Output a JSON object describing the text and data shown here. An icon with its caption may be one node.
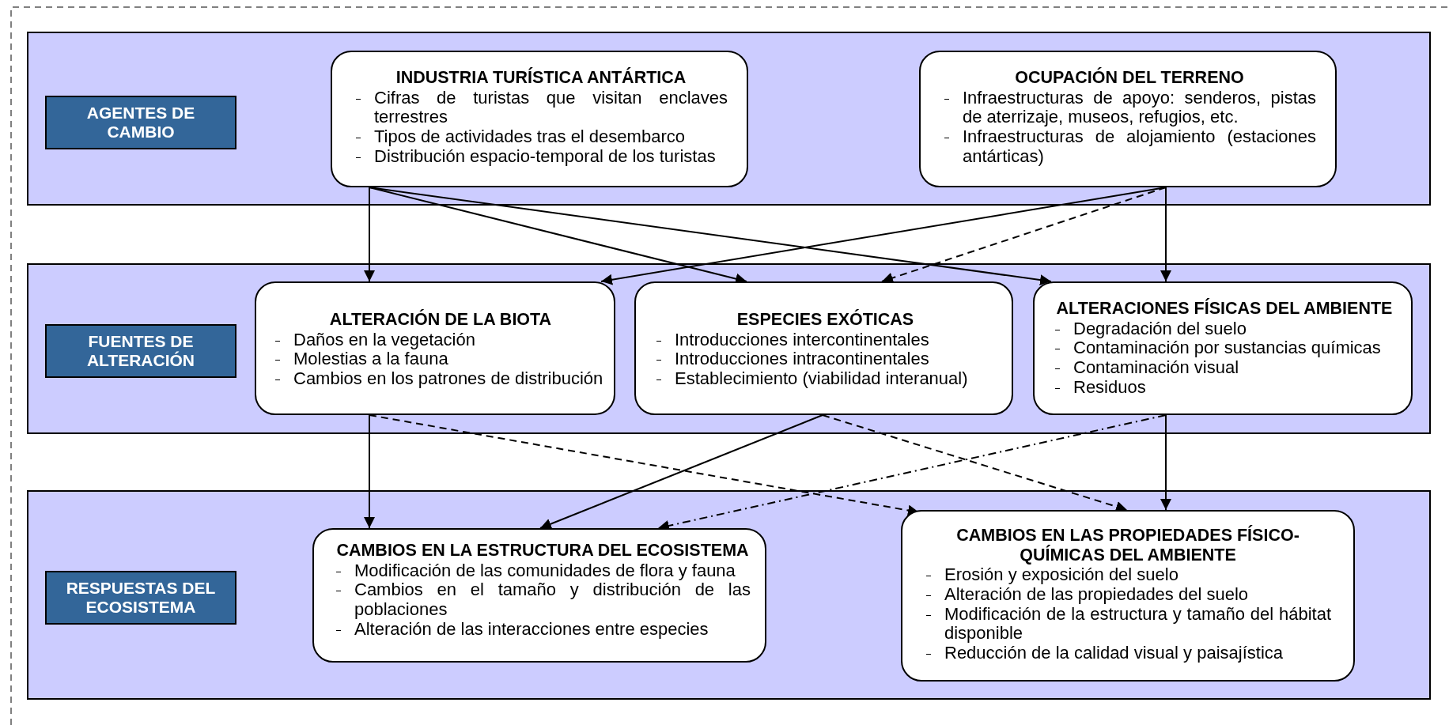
{
  "diagram": {
    "nodes": [
      {
        "text": [],
        "shape": "box"
      },
      {
        "text": [
          "AGENTES DE CAMBIO"
        ],
        "in": 0
      },
      {
        "text": [
          "INDUSTRIA TURÍSTICA ANTÁRTICA",
          "Cifras de turistas que visitan enclaves terrestres",
          "Tipos de actividades tras el desembarco",
          "Distribución espacio-temporal de los turistas"
        ],
        "in": 0
      },
      {
        "text": [
          "OCUPACIÓN DEL TERRENO",
          "Infraestructuras de apoyo: senderos, pistas de aterrizaje, museos, refugios, etc.",
          "Infraestructuras de alojamiento (estaciones antárticas)"
        ],
        "in": 0
      },
      {
        "text": [],
        "shape": "box"
      },
      {
        "text": [
          "FUENTES DE ALTERACIÓN"
        ],
        "in": 4
      },
      {
        "text": [
          "ALTERACIÓN DE LA BIOTA",
          "Daños en la vegetación",
          "Molestias a la fauna",
          "Cambios en los patrones de distribución"
        ],
        "in": 4
      },
      {
        "text": [
          "ESPECIES EXÓTICAS",
          "Introducciones intercontinentales",
          "Introducciones intracontinentales",
          "Establecimiento (viabilidad interanual)"
        ],
        "in": 4
      },
      {
        "text": [
          "ALTERACIONES FÍSICAS DEL AMBIENTE",
          "Degradación del suelo",
          "Contaminación por sustancias químicas",
          "Contaminación visual",
          "Residuos"
        ],
        "in": 4
      },
      {
        "text": [],
        "shape": "box"
      },
      {
        "text": [
          "RESPUESTAS DEL ECOSISTEMA"
        ],
        "in": 9
      },
      {
        "text": [
          "CAMBIOS EN LA ESTRUCTURA DEL ECOSISTEMA",
          "Modificación de las comunidades de flora y fauna",
          "Cambios en el tamaño y distribución de las poblaciones",
          "Alteración de las interacciones entre especies"
        ],
        "in": 9
      },
      {
        "text": [
          "CAMBIOS EN LAS PROPIEDADES FÍSICO-QUÍMICAS DEL AMBIENTE",
          "Erosión y exposición del suelo",
          "Alteración de las propiedades del suelo",
          "Modificación de la estructura y tamaño del hábitat disponible",
          "Reducción de la calidad visual y paisajística"
        ],
        "in": 9
      }
    ],
    "edges": [
      {
        "from": 2,
        "to": 6,
        "arrow": "to"
      },
      {
        "from": 2,
        "to": 7,
        "arrow": "to"
      },
      {
        "from": 2,
        "to": 8,
        "arrow": "to"
      },
      {
        "from": 3,
        "to": 6,
        "arrow": "to"
      },
      {
        "from": 3,
        "to": 7,
        "arrow": "to",
        "style": "dashed"
      },
      {
        "from": 3,
        "to": 8,
        "arrow": "to"
      },
      {
        "from": 6,
        "to": 11,
        "arrow": "to"
      },
      {
        "from": 6,
        "to": 12,
        "arrow": "to",
        "style": "dashed"
      },
      {
        "from": 7,
        "to": 11,
        "arrow": "to"
      },
      {
        "from": 7,
        "to": 12,
        "arrow": "to",
        "style": "dashed"
      },
      {
        "from": 8,
        "to": 11,
        "arrow": "to",
        "style": "dashed"
      },
      {
        "from": 8,
        "to": 12,
        "arrow": "to"
      }
    ]
  }
}
